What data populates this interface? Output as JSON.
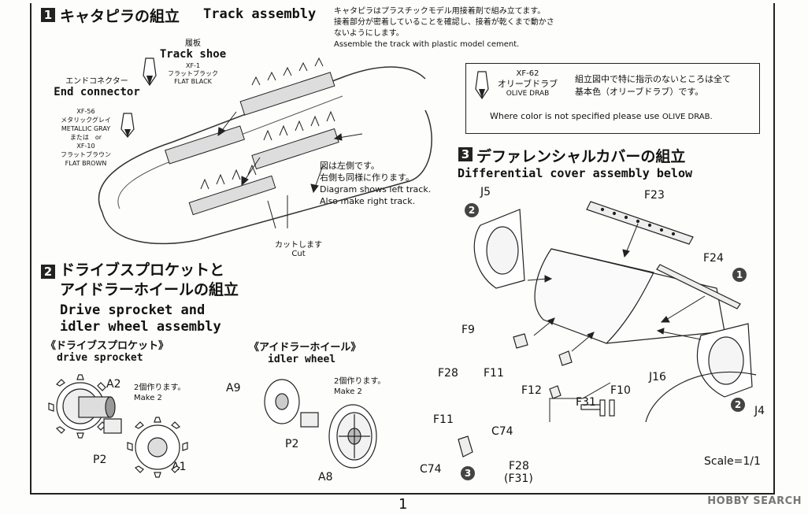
{
  "step1": {
    "number": "1",
    "title_jp": "キャタピラの組立",
    "title_en": "Track assembly",
    "note_jp_1": "キャタピラはプラスチックモデル用接着剤で組み立てます。",
    "note_jp_2": "接着部分が密着していることを確認し、接着が乾くまで動かさ",
    "note_jp_3": "ないようにします。",
    "note_en": "Assemble the track with plastic model cement.",
    "track_shoe_jp": "履板",
    "track_shoe_en": "Track shoe",
    "xf1_code": "XF-1",
    "xf1_jp": "フラットブラック",
    "xf1_en": "FLAT BLACK",
    "end_connector_jp": "エンドコネクター",
    "end_connector_en": "End connector",
    "xf56_code": "XF-56",
    "xf56_jp": "メタリックグレイ",
    "xf56_en": "METALLIC GRAY",
    "or_text": "または　or",
    "xf10_code": "XF-10",
    "xf10_jp": "フラットブラウン",
    "xf10_en": "FLAT BROWN",
    "left_track_jp_1": "図は左側です。",
    "left_track_jp_2": "右側も同様に作ります。",
    "left_track_en_1": "Diagram shows left track.",
    "left_track_en_2": "Also make right track.",
    "cut_jp": "カットします",
    "cut_en": "Cut"
  },
  "color_note": {
    "code": "XF-62",
    "jp": "オリーブドラブ",
    "en": "OLIVE DRAB",
    "desc_jp_1": "組立図中で特に指示のないところは全て",
    "desc_jp_2": "基本色（オリーブドラブ）です。",
    "desc_en": "Where color is not specified please use",
    "desc_en_color": "OLIVE DRAB."
  },
  "step2": {
    "number": "2",
    "title_jp_1": "ドライブスプロケットと",
    "title_jp_2": "アイドラーホイールの組立",
    "title_en_1": "Drive sprocket and",
    "title_en_2": "idler wheel assembly",
    "drive_jp": "《ドライブスプロケット》",
    "drive_en": "drive sprocket",
    "idler_jp": "《アイドラーホイール》",
    "idler_en": "idler wheel",
    "make2_jp": "2個作ります。",
    "make2_en": "Make 2",
    "parts": {
      "a2": "A2",
      "p2a": "P2",
      "a1": "A1",
      "a9": "A9",
      "p2b": "P2",
      "a8": "A8"
    }
  },
  "step3": {
    "number": "3",
    "title_jp": "デファレンシャルカバーの組立",
    "title_en": "Differential cover assembly below",
    "parts": {
      "j5": "J5",
      "f23": "F23",
      "f24": "F24",
      "f9": "F9",
      "f28": "F28",
      "f11": "F11",
      "f12": "F12",
      "f10": "F10",
      "f31": "F31",
      "j16": "J16",
      "c74": "C74",
      "j4": "J4",
      "f11b": "F11",
      "c74b": "C74",
      "f28b": "F28",
      "f31b": "(F31)"
    },
    "circles": {
      "j5": "2",
      "f24": "1",
      "j4": "2",
      "c74b": "3"
    },
    "scale": "Scale=1/1"
  },
  "page_number": "1",
  "watermark": "HOBBY SEARCH"
}
